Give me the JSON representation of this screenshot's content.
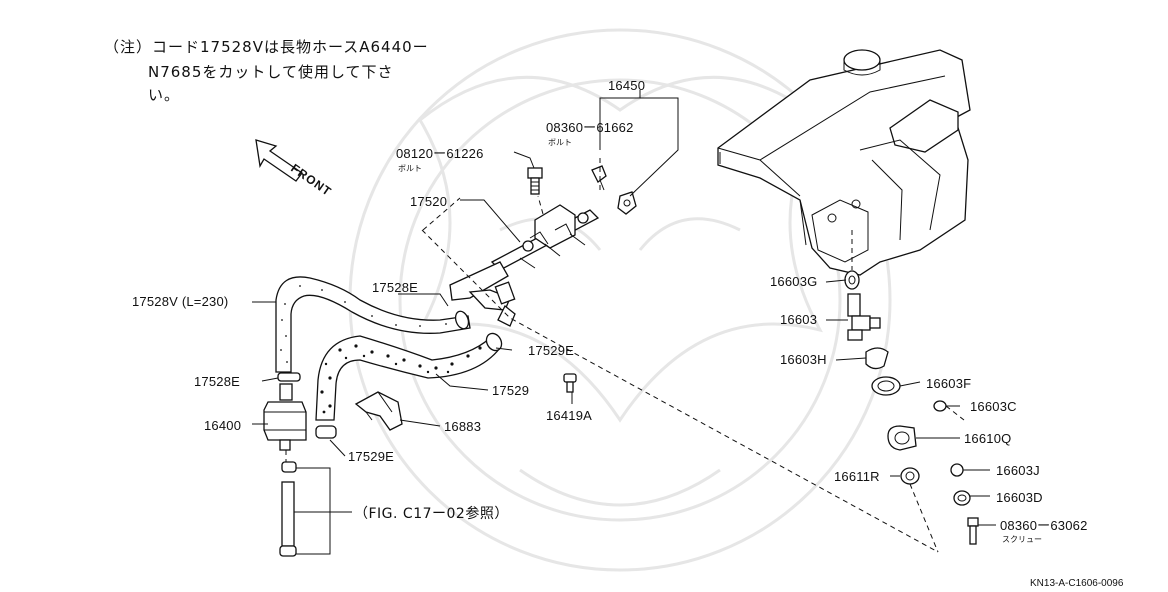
{
  "note": {
    "line1": "（注）コード17528Vは長物ホースA6440ー",
    "line2": "N7685をカットして使用して下さ",
    "line3": "い。"
  },
  "front_label": "FRONT",
  "labels": {
    "p16450": "16450",
    "p08360_61662": "08360ー61662",
    "p08360_61662_sub": "ボルト",
    "p08120_61226": "08120ー61226",
    "p08120_61226_sub": "ボルト",
    "p17520": "17520",
    "p17528E_top": "17528E",
    "p17528V": "17528V (L=230)",
    "p17529E_right": "17529E",
    "p17528E_left": "17528E",
    "p17529": "17529",
    "p16419A": "16419A",
    "p16400": "16400",
    "p16883": "16883",
    "p17529E_bottom": "17529E",
    "p16603G": "16603G",
    "p16603": "16603",
    "p16603H": "16603H",
    "p16603F": "16603F",
    "p16603C": "16603C",
    "p16610Q": "16610Q",
    "p16611R": "16611R",
    "p16603J": "16603J",
    "p16603D": "16603D",
    "p08360_63062": "08360ー63062",
    "p08360_63062_sub": "スクリュー"
  },
  "reference": "（FIG. C17ー02参照）",
  "diagram_code": "KN13-A-C1606-0096"
}
